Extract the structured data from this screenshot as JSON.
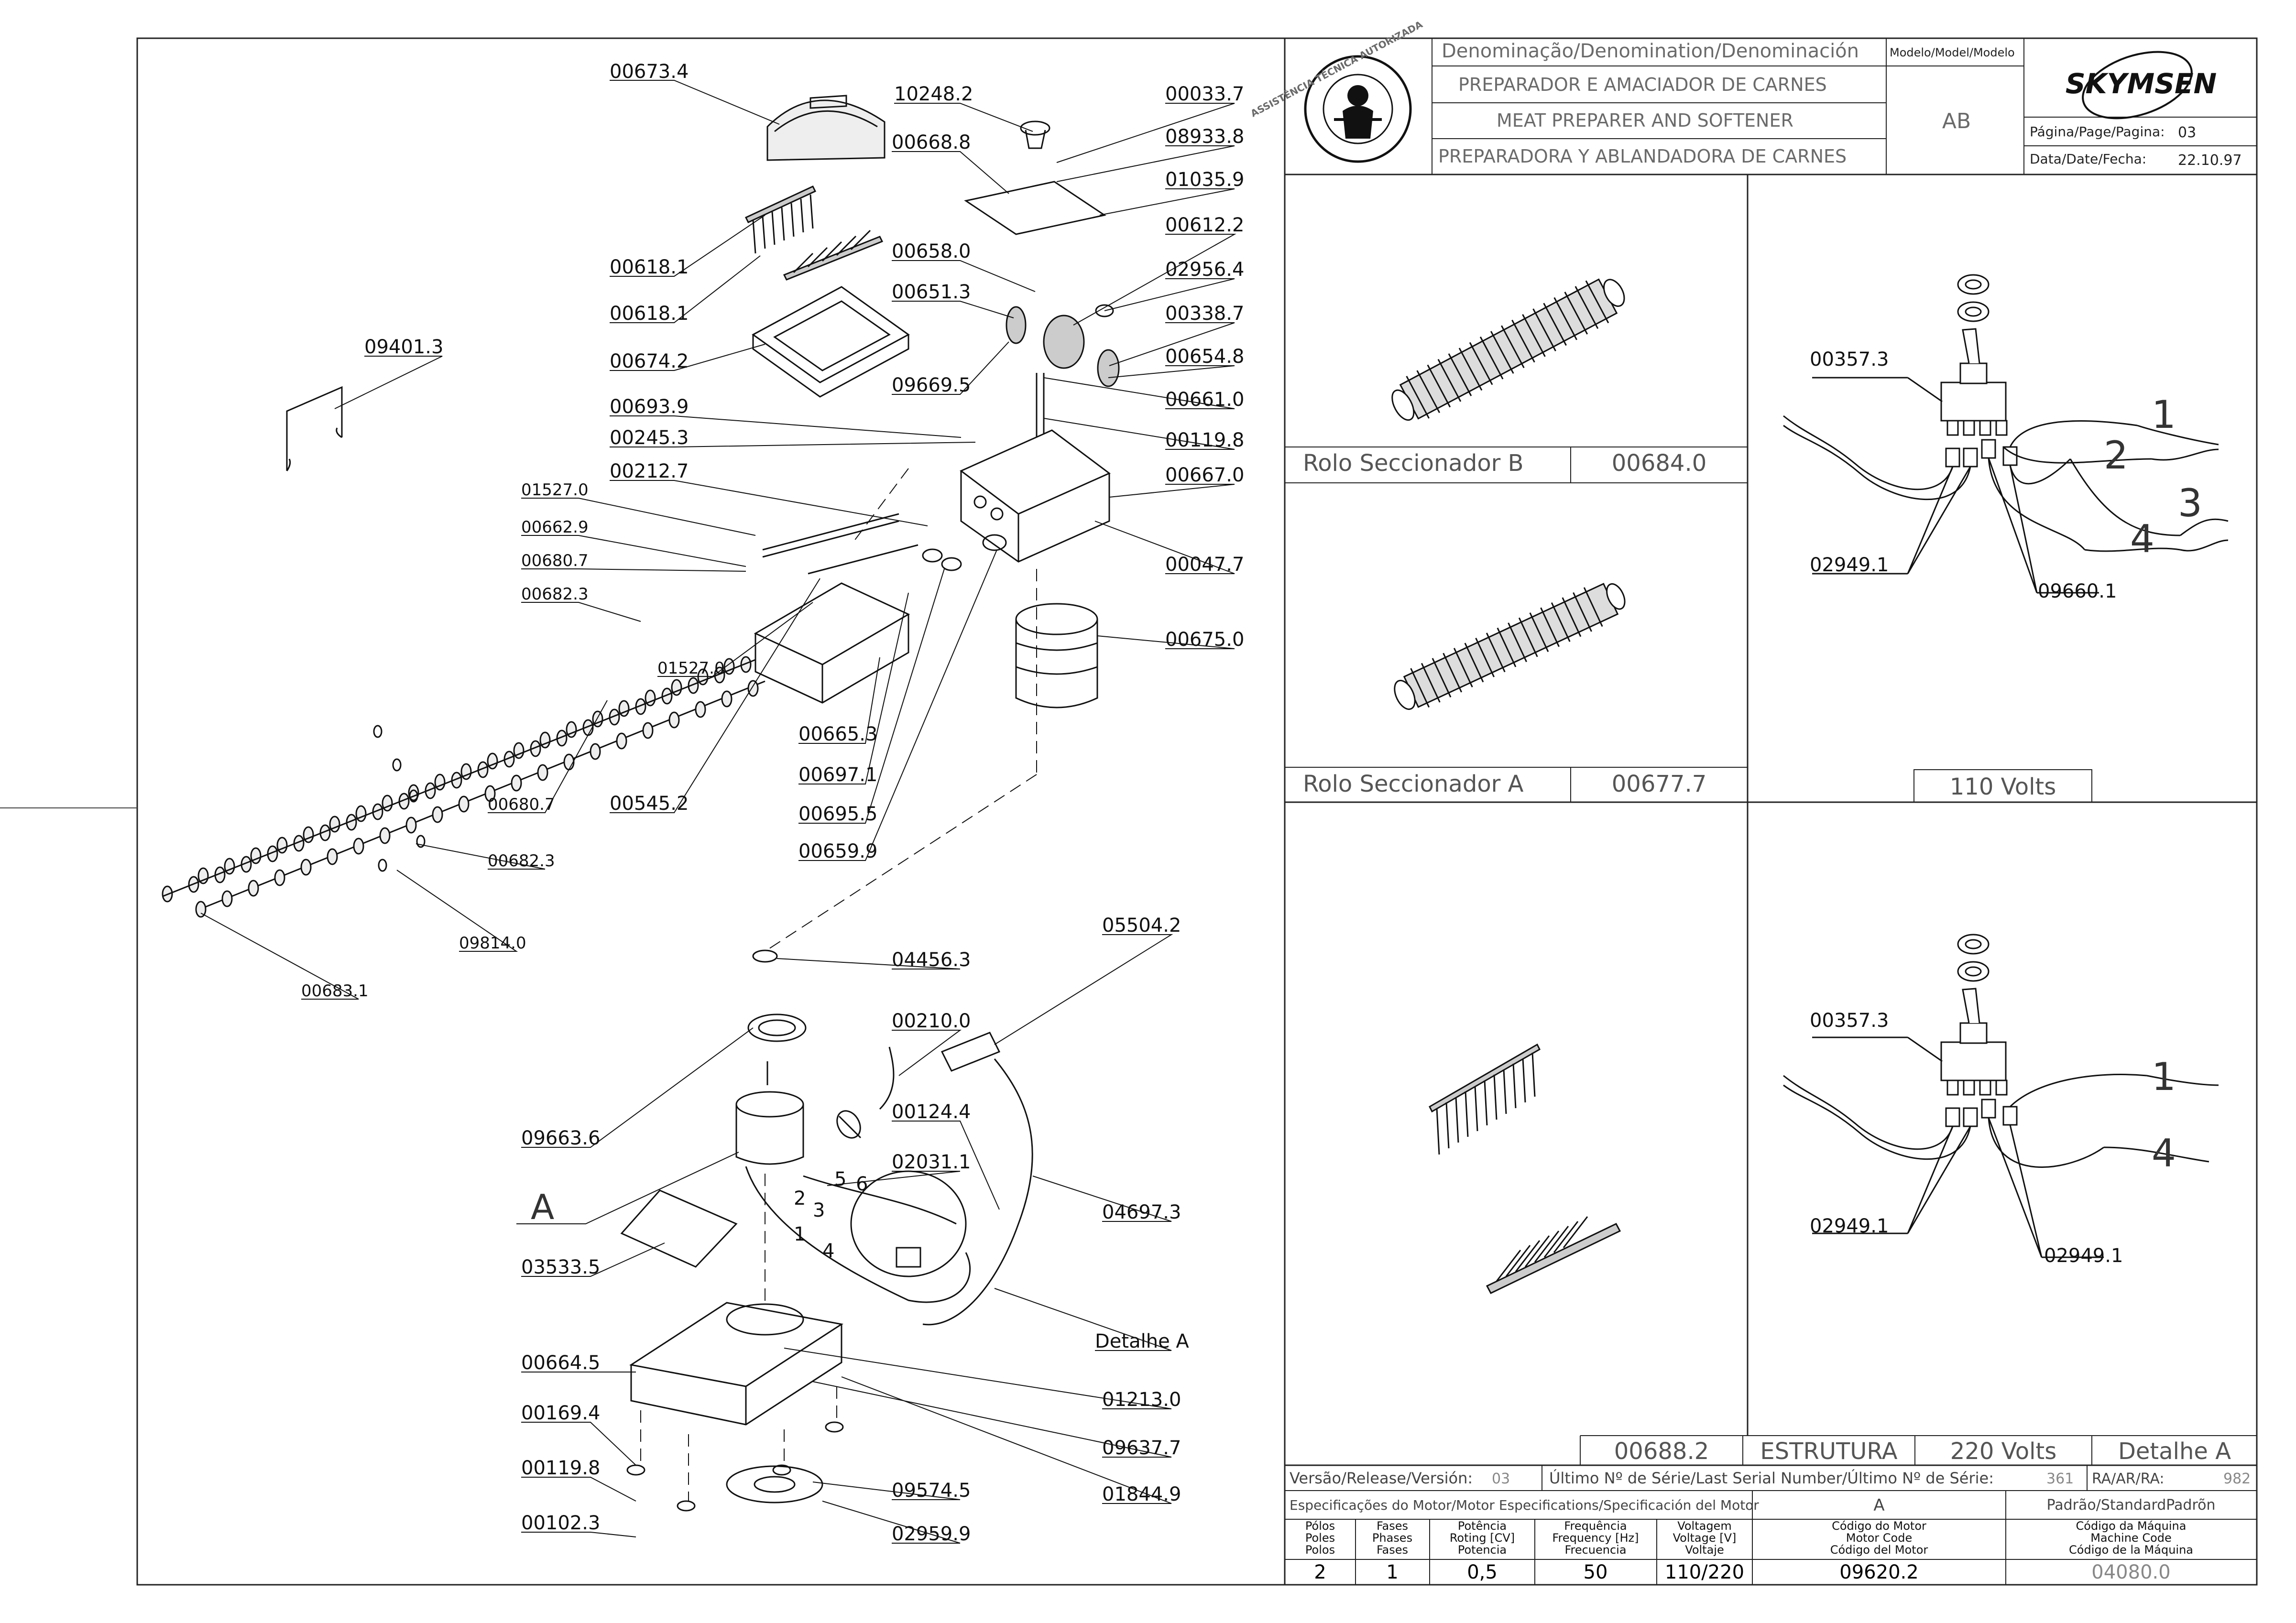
{
  "header": {
    "denomination_label": "Denominação/Denomination/Denominación",
    "name_pt": "PREPARADOR E AMACIADOR DE CARNES",
    "name_en": "MEAT PREPARER AND SOFTENER",
    "name_es": "PREPARADORA Y ABLANDADORA DE CARNES",
    "model_label": "Modelo/Model/Modelo",
    "model_value": "AB",
    "brand": "SKYMSEN",
    "page_label": "Página/Page/Pagina:",
    "page_value": "03",
    "date_label": "Data/Date/Fecha:",
    "date_value": "22.10.97",
    "seal_text": "ASSISTÊNCIA TÉCNICA AUTORIZADA"
  },
  "parts": {
    "p00673_4": "00673.4",
    "p10248_2": "10248.2",
    "p00033_7": "00033.7",
    "p08933_8": "08933.8",
    "p00668_8": "00668.8",
    "p01035_9": "01035.9",
    "p00618_1a": "00618.1",
    "p00658_0": "00658.0",
    "p00612_2": "00612.2",
    "p00651_3": "00651.3",
    "p02956_4": "02956.4",
    "p00618_1b": "00618.1",
    "p00338_7": "00338.7",
    "p09401_3": "09401.3",
    "p00674_2": "00674.2",
    "p09669_5": "09669.5",
    "p00654_8": "00654.8",
    "p00693_9": "00693.9",
    "p00661_0": "00661.0",
    "p00245_3": "00245.3",
    "p00119_8a": "00119.8",
    "p00212_7": "00212.7",
    "p00667_0": "00667.0",
    "p01527_0a": "01527.0",
    "p00662_9": "00662.9",
    "p00680_7a": "00680.7",
    "p00047_7": "00047.7",
    "p00682_3a": "00682.3",
    "p00675_0": "00675.0",
    "p01527_0b": "01527.0",
    "p00665_3": "00665.3",
    "p00697_1": "00697.1",
    "p00680_7b": "00680.7",
    "p00545_2": "00545.2",
    "p00695_5": "00695.5",
    "p00659_9": "00659.9",
    "p00682_3b": "00682.3",
    "p09814_0": "09814.0",
    "p00683_1": "00683.1",
    "p05504_2": "05504.2",
    "p04456_3": "04456.3",
    "p00210_0": "00210.0",
    "p09663_6": "09663.6",
    "p00124_4": "00124.4",
    "p02031_1": "02031.1",
    "p04697_3": "04697.3",
    "p_A": "A",
    "p03533_5": "03533.5",
    "detail_a": "Detalhe A",
    "p00664_5": "00664.5",
    "p01213_0": "01213.0",
    "p00169_4": "00169.4",
    "p09637_7": "09637.7",
    "p00119_8b": "00119.8",
    "p01844_9": "01844.9",
    "p09574_5": "09574.5",
    "p00102_3": "00102.3",
    "p02959_9": "02959.9",
    "w1": "1",
    "w2": "2",
    "w3": "3",
    "w4": "4",
    "w5": "5",
    "w6": "6"
  },
  "panels": {
    "roll_b_name": "Rolo Seccionador B",
    "roll_b_code": "00684.0",
    "roll_a_name": "Rolo Seccionador A",
    "roll_a_code": "00677.7",
    "v110": "110 Volts",
    "sw110_top": "00357.3",
    "sw110_l": "02949.1",
    "sw110_r": "09660.1",
    "sw110_1": "1",
    "sw110_2": "2",
    "sw110_3": "3",
    "sw110_4": "4",
    "sw220_top": "00357.3",
    "sw220_l": "02949.1",
    "sw220_r": "02949.1",
    "sw220_1": "1",
    "sw220_4": "4",
    "bottom_code": "00688.2",
    "bottom_struct": "ESTRUTURA",
    "bottom_volts": "220 Volts",
    "bottom_detail": "Detalhe A"
  },
  "info": {
    "version_label": "Versão/Release/Versión:",
    "version_value": "03",
    "serial_label": "Último Nº de Série/Last Serial Number/Último Nº de Série:",
    "serial_value": "361",
    "ra_label": "RA/AR/RA:",
    "ra_value": "982",
    "spec_label": "Especificações do Motor/Motor Especifications/Specificación del Motor",
    "motor_letter": "A",
    "standard_label": "Padrão/StandardPadrõn",
    "col_poles": [
      "Pólos",
      "Poles",
      "Polos"
    ],
    "col_phases": [
      "Fases",
      "Phases",
      "Fases"
    ],
    "col_power": [
      "Potência",
      "Roting [CV]",
      "Potencia"
    ],
    "col_freq": [
      "Frequência",
      "Frequency [Hz]",
      "Frecuencia"
    ],
    "col_volt": [
      "Voltagem",
      "Voltage [V]",
      "Voltaje"
    ],
    "col_motor": [
      "Código do Motor",
      "Motor Code",
      "Código del Motor"
    ],
    "col_machine": [
      "Código da Máquina",
      "Machine Code",
      "Código de la Máquina"
    ],
    "poles": "2",
    "phases": "1",
    "power": "0,5",
    "freq": "50",
    "voltage": "110/220",
    "motor_code": "09620.2",
    "machine_code": "04080.0"
  }
}
